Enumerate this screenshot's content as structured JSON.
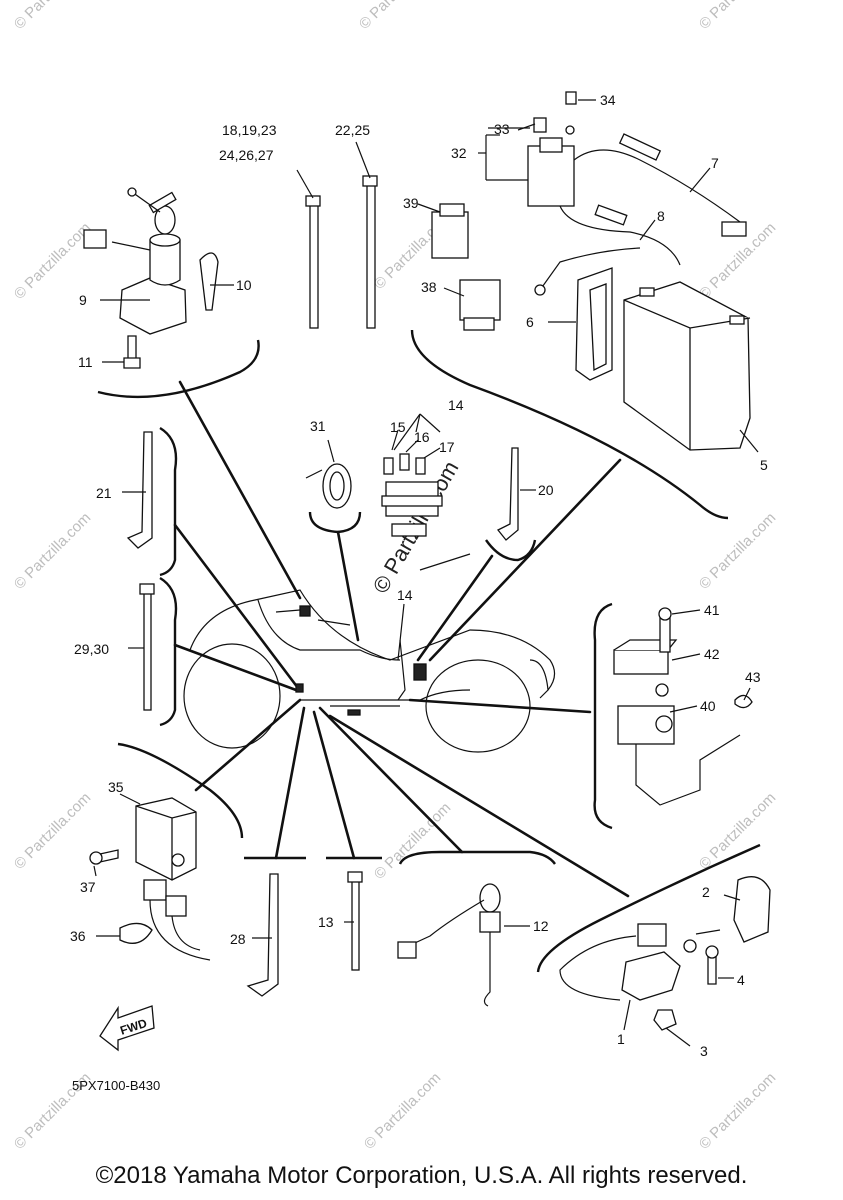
{
  "figure_code": "5PX7100-B430",
  "copyright": "©2018 Yamaha Motor Corporation, U.S.A. All rights reserved.",
  "watermark": "© Partzilla.com",
  "fwd_label": "FWD",
  "labels": {
    "p1": "1",
    "p2": "2",
    "p3": "3",
    "p4": "4",
    "p5": "5",
    "p6": "6",
    "p7": "7",
    "p8": "8",
    "p9": "9",
    "p10": "10",
    "p11": "11",
    "p12": "12",
    "p13": "13",
    "p14a": "14",
    "p14b": "14",
    "p15": "15",
    "p16": "16",
    "p17": "17",
    "p18a": "18,19,23",
    "p18b": "24,26,27",
    "p20": "20",
    "p21": "21",
    "p22": "22,25",
    "p28": "28",
    "p29": "29,30",
    "p31": "31",
    "p32": "32",
    "p33": "33",
    "p34": "34",
    "p35": "35",
    "p36": "36",
    "p37": "37",
    "p38": "38",
    "p39": "39",
    "p40": "40",
    "p41": "41",
    "p42": "42",
    "p43": "43"
  },
  "icons": [
    "ignition-switch-icon",
    "battery-icon",
    "relay-icon",
    "fuse-icon",
    "cable-tie-icon",
    "sensor-icon",
    "atv-outline-icon"
  ]
}
